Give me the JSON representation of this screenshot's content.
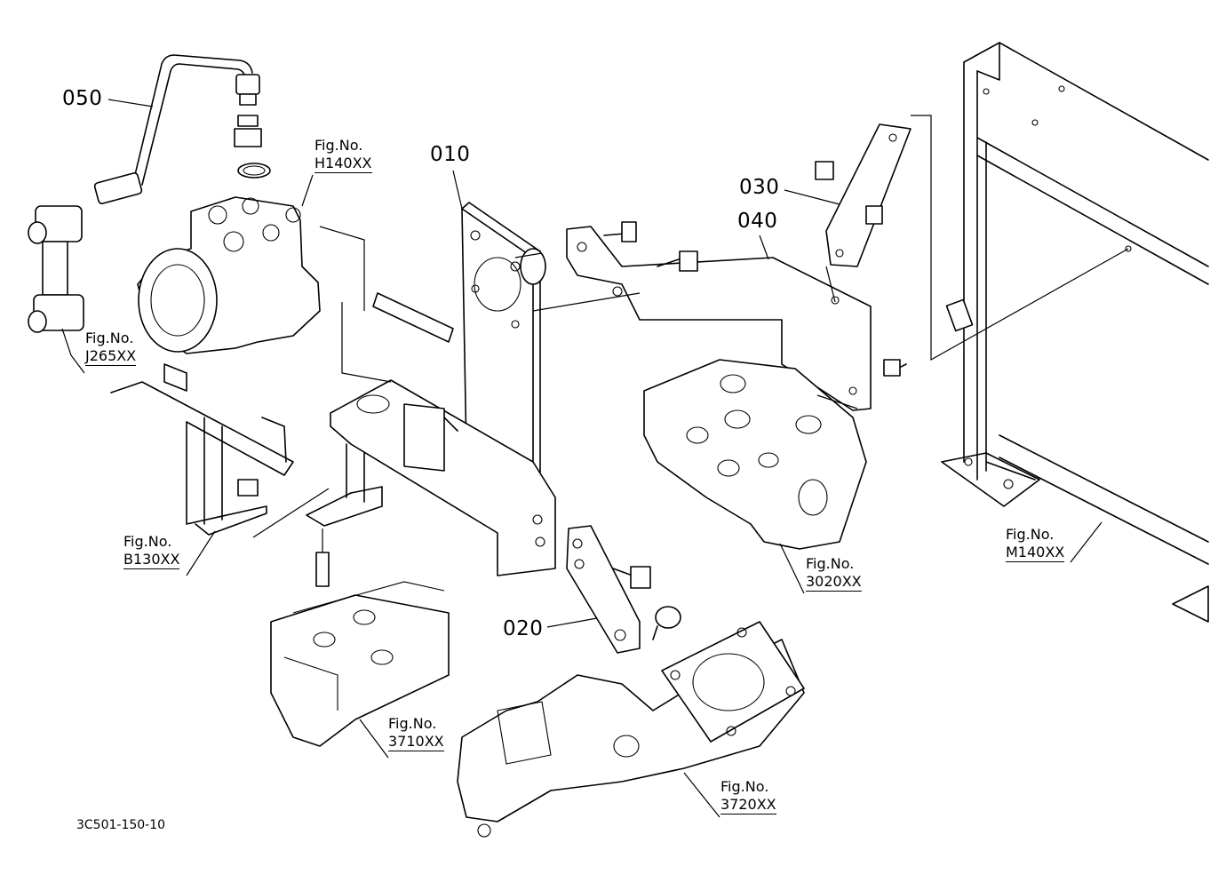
{
  "diagram_code": "3C501-150-10",
  "part_numbers": {
    "p010": "010",
    "p020": "020",
    "p030": "030",
    "p040": "040",
    "p050": "050"
  },
  "figure_refs": {
    "prefix": "Fig.No.",
    "h140": "H140XX",
    "j265": "J265XX",
    "b130": "B130XX",
    "f3710": "3710XX",
    "f3720": "3720XX",
    "f3020": "3020XX",
    "m140": "M140XX"
  }
}
